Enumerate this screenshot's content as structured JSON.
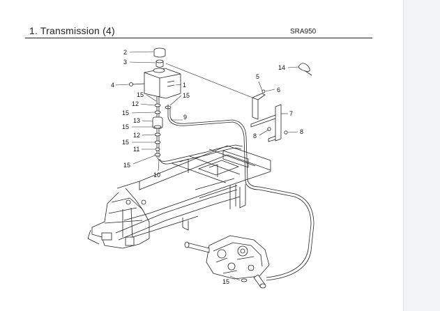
{
  "header": {
    "title": "1. Transmission (4)",
    "model_code": "SRA950"
  },
  "callouts": [
    {
      "id": "c2",
      "label": "2"
    },
    {
      "id": "c3",
      "label": "3"
    },
    {
      "id": "c1",
      "label": "1"
    },
    {
      "id": "c4",
      "label": "4"
    },
    {
      "id": "c15a",
      "label": "15"
    },
    {
      "id": "c15b",
      "label": "15"
    },
    {
      "id": "c12a",
      "label": "12"
    },
    {
      "id": "c15c",
      "label": "15"
    },
    {
      "id": "c13",
      "label": "13"
    },
    {
      "id": "c15d",
      "label": "15"
    },
    {
      "id": "c12b",
      "label": "12"
    },
    {
      "id": "c15e",
      "label": "15"
    },
    {
      "id": "c11",
      "label": "11"
    },
    {
      "id": "c15f",
      "label": "15"
    },
    {
      "id": "c10",
      "label": "10"
    },
    {
      "id": "c9",
      "label": "9"
    },
    {
      "id": "c14",
      "label": "14"
    },
    {
      "id": "c5",
      "label": "5"
    },
    {
      "id": "c6",
      "label": "6"
    },
    {
      "id": "c7",
      "label": "7"
    },
    {
      "id": "c8a",
      "label": "8"
    },
    {
      "id": "c8b",
      "label": "8"
    },
    {
      "id": "c15g",
      "label": "15"
    }
  ]
}
